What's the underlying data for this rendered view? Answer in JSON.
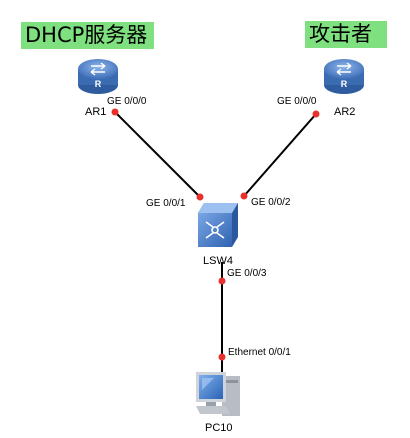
{
  "badges": {
    "ar1_role": "DHCP服务器",
    "ar2_role": "攻击者"
  },
  "colors": {
    "role_badge": "#7ee07e",
    "router_blue": "#4f7fc5",
    "switch_blue": "#3b74c4",
    "port_dot": "#e8302c",
    "link": "#000000"
  },
  "devices": {
    "ar1": {
      "name": "AR1",
      "icon": "router-icon"
    },
    "ar2": {
      "name": "AR2",
      "icon": "router-icon"
    },
    "lsw4": {
      "name": "LSW4",
      "icon": "switch-icon"
    },
    "pc10": {
      "name": "PC10",
      "icon": "pc-icon"
    }
  },
  "ports": {
    "ar1_ge000": "GE 0/0/0",
    "ar2_ge000": "GE 0/0/0",
    "lsw4_ge001": "GE 0/0/1",
    "lsw4_ge002": "GE 0/0/2",
    "lsw4_ge003": "GE 0/0/3",
    "pc10_eth001": "Ethernet 0/0/1"
  }
}
